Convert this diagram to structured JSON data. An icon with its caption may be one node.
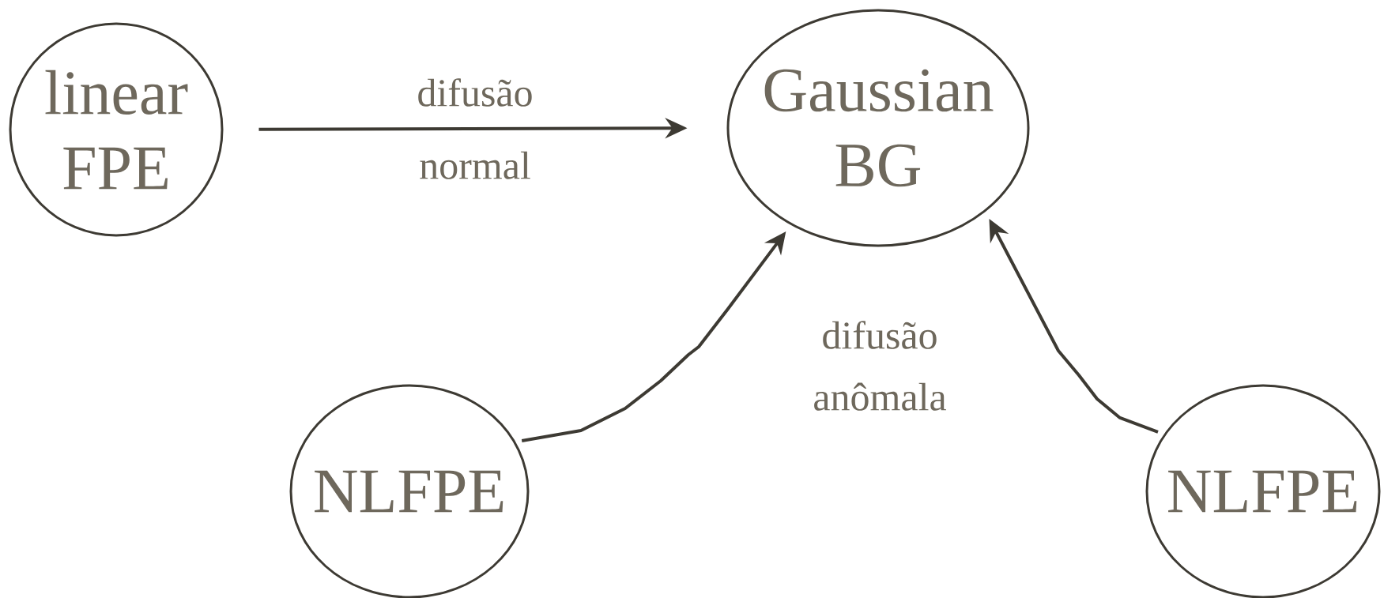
{
  "diagram": {
    "nodes": [
      {
        "text": [
          "linear FPE"
        ]
      },
      {
        "text": [
          "Gaussian BG"
        ]
      },
      {
        "text": [
          "NLFPE"
        ]
      },
      {
        "text": [
          "NLFPE"
        ]
      }
    ],
    "edges": [
      {
        "from": 0,
        "to": 1,
        "arrow": "to",
        "label": "difusão normal"
      },
      {
        "from": 2,
        "to": 1,
        "arrow": "to"
      },
      {
        "from": 3,
        "to": 1,
        "arrow": "to"
      }
    ],
    "labels": [
      "difusão anômala"
    ]
  }
}
